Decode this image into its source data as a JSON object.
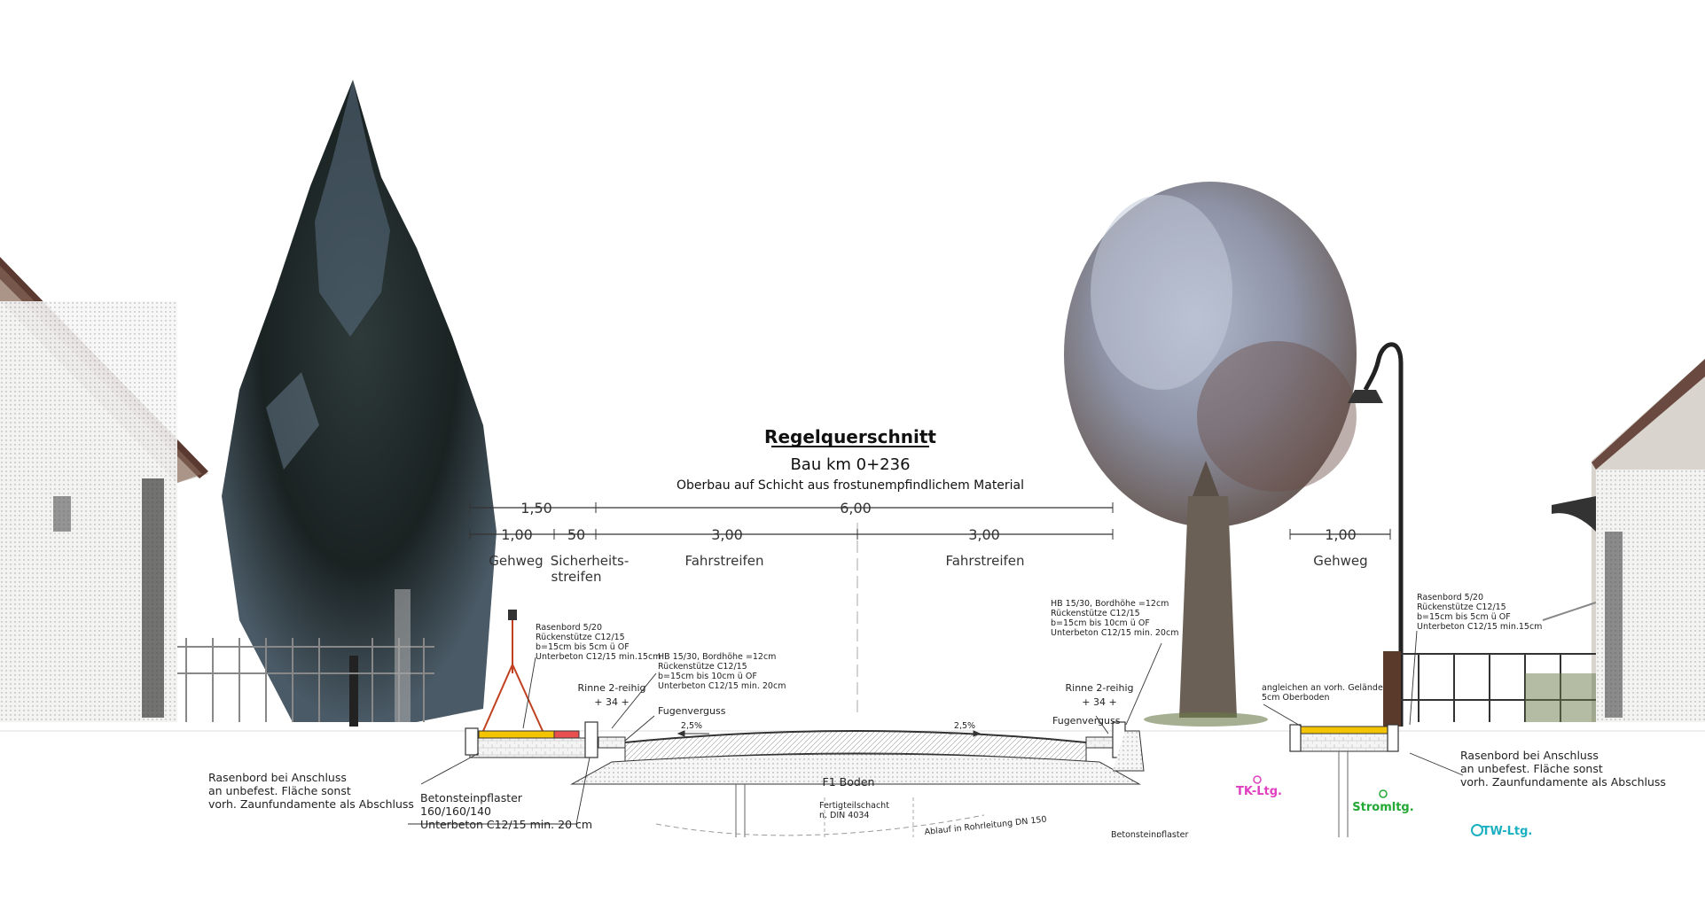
{
  "title": "Regelquerschnitt",
  "station": "Bau km 0+236",
  "subtitle": "Oberbau auf Schicht aus frostunempfindlichem Material",
  "dimensions": {
    "top_left": "1,50",
    "top_main": "6,00",
    "gehweg_left": "1,00",
    "sicherheit": "50",
    "lane_left": "3,00",
    "lane_right": "3,00",
    "gehweg_right": "1,00"
  },
  "zones": {
    "gehweg_left": "Gehweg",
    "sicherheit_1": "Sicherheits-",
    "sicherheit_2": "streifen",
    "lane_left": "Fahrstreifen",
    "lane_right": "Fahrstreifen",
    "gehweg_right": "Gehweg"
  },
  "notes": {
    "rasenbord_left": [
      "Rasenbord 5/20",
      "Rückenstütze C12/15",
      "b=15cm bis 5cm ü OF",
      "Unterbeton C12/15 min.15cm"
    ],
    "hb_left": [
      "HB 15/30, Bordhöhe =12cm",
      "Rückenstütze C12/15",
      "b=15cm bis 10cm ü OF",
      "Unterbeton C12/15 min. 20cm"
    ],
    "hb_right": [
      "HB 15/30, Bordhöhe =12cm",
      "Rückenstütze C12/15",
      "b=15cm bis 10cm ü OF",
      "Unterbeton C12/15 min. 20cm"
    ],
    "rasenbord_right": [
      "Rasenbord 5/20",
      "Rückenstütze C12/15",
      "b=15cm bis 5cm ü OF",
      "Unterbeton C12/15 min.15cm"
    ],
    "rinne_left": "Rinne 2-reihig",
    "rinne_left_dim": "+ 34 +",
    "rinne_right": "Rinne 2-reihig",
    "rinne_right_dim": "+ 34 +",
    "fugenverguss_left": "Fugenverguss",
    "fugenverguss_right": "Fugenverguss",
    "slope_left": "2,5%",
    "slope_right": "2,5%",
    "angleichen": [
      "angleichen an vorh. Gelände",
      "5cm Oberboden"
    ],
    "f1_boden": "F1 Boden",
    "schacht": [
      "Fertigteilschacht",
      "n. DIN 4034"
    ],
    "ablauf": "Ablauf in Rohrleitung DN 150",
    "bottom_left_anschluss": [
      "Rasenbord bei Anschluss",
      "an unbefest. Fläche sonst",
      "vorh. Zaunfundamente als Abschluss"
    ],
    "betonstein": [
      "Betonsteinpflaster",
      "160/160/140",
      "Unterbeton C12/15 min. 20 cm"
    ],
    "bottom_right_anschluss": [
      "Rasenbord bei Anschluss",
      "an unbefest. Fläche sonst",
      "vorh. Zaunfundamente als Abschluss"
    ],
    "betonstein_right_cut": "Betonsteinpflaster"
  },
  "utilities": {
    "tk": "TK-Ltg.",
    "strom": "Stromltg.",
    "tw": "TW-Ltg."
  },
  "colors": {
    "tk": "#e040c0",
    "strom": "#22a834",
    "tw": "#1ab0c0",
    "paving": "#f5c400",
    "paving_red": "#e85050",
    "line": "#333333"
  }
}
